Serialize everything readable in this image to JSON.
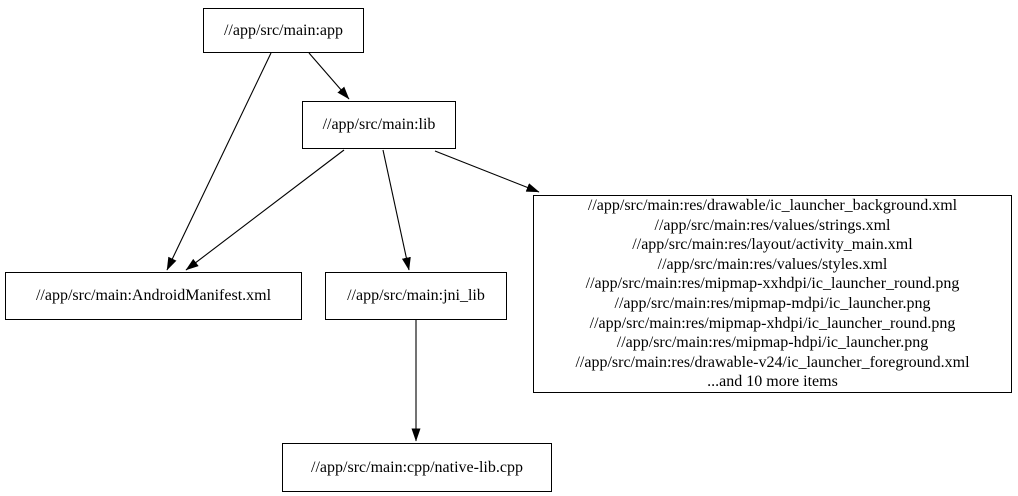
{
  "diagram": {
    "kind": "build-dependency-graph",
    "background_color": "#ffffff",
    "node_fill_color": "#ffffff",
    "node_border_color": "#000000",
    "edge_color": "#000000",
    "text_color": "#000000"
  },
  "nodes": {
    "app": {
      "label": "//app/src/main:app"
    },
    "lib": {
      "label": "//app/src/main:lib"
    },
    "android_manifest": {
      "label": "//app/src/main:AndroidManifest.xml"
    },
    "jni_lib": {
      "label": "//app/src/main:jni_lib"
    },
    "res_fileset": {
      "lines": [
        "//app/src/main:res/drawable/ic_launcher_background.xml",
        "//app/src/main:res/values/strings.xml",
        "//app/src/main:res/layout/activity_main.xml",
        "//app/src/main:res/values/styles.xml",
        "//app/src/main:res/mipmap-xxhdpi/ic_launcher_round.png",
        "//app/src/main:res/mipmap-mdpi/ic_launcher.png",
        "//app/src/main:res/mipmap-xhdpi/ic_launcher_round.png",
        "//app/src/main:res/mipmap-hdpi/ic_launcher.png",
        "//app/src/main:res/drawable-v24/ic_launcher_foreground.xml",
        "...and 10 more items"
      ]
    },
    "native_lib_cpp": {
      "label": "//app/src/main:cpp/native-lib.cpp"
    }
  },
  "edges": [
    {
      "from": "app",
      "to": "lib"
    },
    {
      "from": "app",
      "to": "android_manifest"
    },
    {
      "from": "lib",
      "to": "android_manifest"
    },
    {
      "from": "lib",
      "to": "jni_lib"
    },
    {
      "from": "lib",
      "to": "res_fileset"
    },
    {
      "from": "jni_lib",
      "to": "native_lib_cpp"
    }
  ]
}
